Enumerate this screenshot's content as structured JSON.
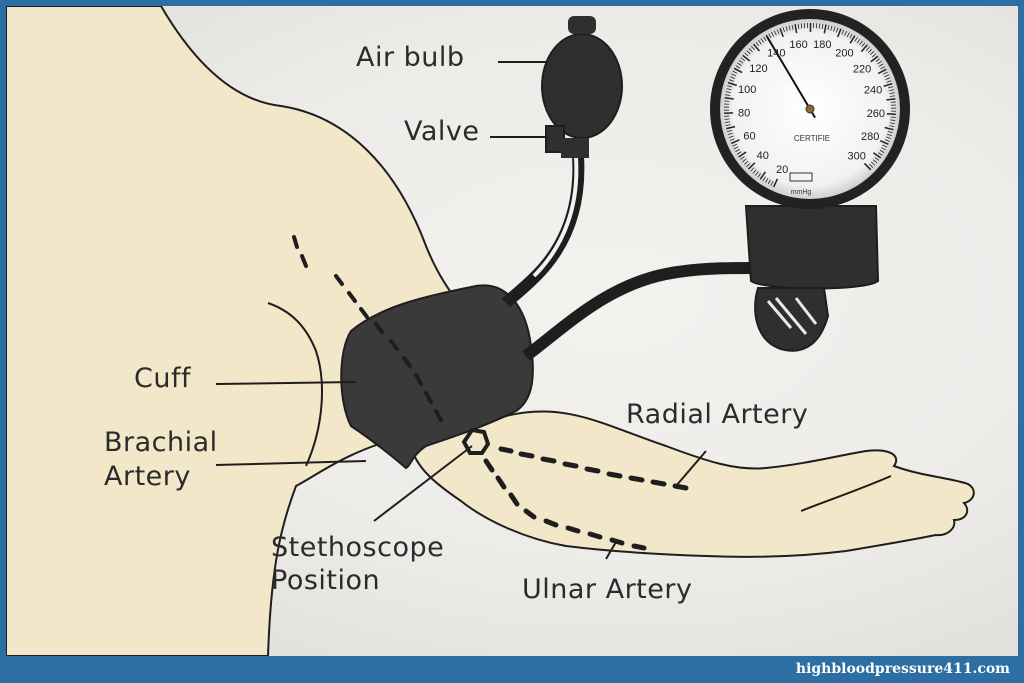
{
  "labels": {
    "air_bulb": "Air bulb",
    "valve": "Valve",
    "cuff": "Cuff",
    "brachial_artery": [
      "Brachial",
      "Artery"
    ],
    "radial_artery": "Radial Artery",
    "stethoscope_position": [
      "Stethoscope",
      "Position"
    ],
    "ulnar_artery": "Ulnar Artery"
  },
  "gauge": {
    "scale_labels": [
      "20",
      "40",
      "60",
      "80",
      "100",
      "120",
      "140",
      "160",
      "180",
      "200",
      "220",
      "240",
      "260",
      "280",
      "300"
    ],
    "brand_text": "CERTIFIE",
    "unit": "mmHg",
    "needle_reading": 140
  },
  "footer": {
    "url": "highbloodpressure411.com"
  },
  "colors": {
    "frame": "#2d6ea3",
    "skin": "#f2e8c9",
    "cuff": "#3a3a3a",
    "outline": "#1e1e1e"
  }
}
